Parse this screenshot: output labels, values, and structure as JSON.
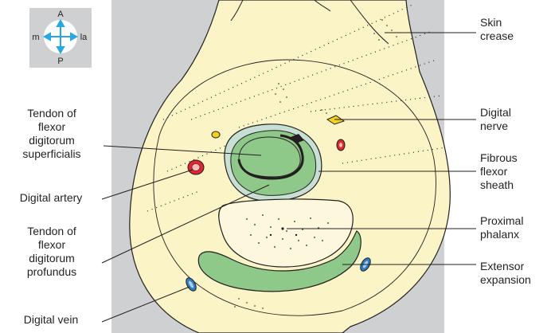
{
  "compass": {
    "top": "A",
    "bottom": "P",
    "left": "m",
    "right": "la"
  },
  "labels": {
    "skin_crease": [
      "Skin",
      "crease"
    ],
    "digital_nerve": [
      "Digital",
      "nerve"
    ],
    "fibrous_flexor_sheath": [
      "Fibrous",
      "flexor",
      "sheath"
    ],
    "proximal_phalanx": [
      "Proximal",
      "phalanx"
    ],
    "extensor_expansion": [
      "Extensor",
      "expansion"
    ],
    "tendon_superficialis": [
      "Tendon of",
      "flexor",
      "digitorum",
      "superficialis"
    ],
    "digital_artery": [
      "Digital artery"
    ],
    "tendon_profundus": [
      "Tendon of",
      "flexor",
      "digitorum",
      "profundus"
    ],
    "digital_vein": [
      "Digital vein"
    ]
  },
  "colors": {
    "background_panel": "#cfd0d2",
    "skin": "#fbf4c6",
    "tendon": "#8ec98a",
    "sheath": "#c8e0d4",
    "bone": "#fdf8dd",
    "artery": "#e0262e",
    "vein": "#2f7fc0",
    "nerve": "#f2d21b",
    "compass_arrow": "#29a8df"
  }
}
